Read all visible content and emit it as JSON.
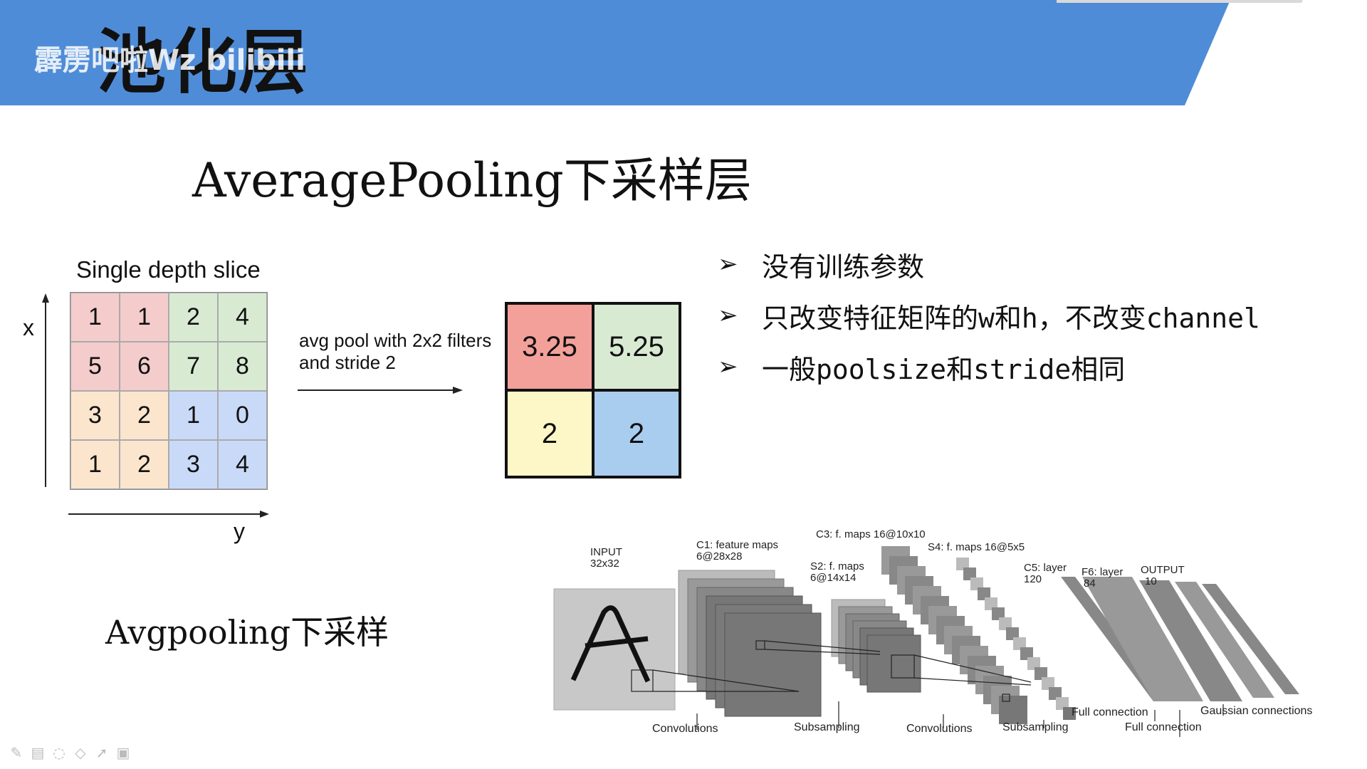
{
  "slide": {
    "title": "池化层",
    "watermark": "霹雳吧啦Wz bilibili",
    "subtitle": "AveragePooling下采样层",
    "bullets": [
      "没有训练参数",
      "只改变特征矩阵的w和h，不改变channel",
      "一般poolsize和stride相同"
    ],
    "bullet_marker": "➢",
    "caption": "Avgpooling下采样"
  },
  "diagram": {
    "slice_label": "Single depth slice",
    "x_label": "x",
    "y_label": "y",
    "operation_line1": "avg pool with 2x2 filters",
    "operation_line2": "and stride 2",
    "input_grid": [
      [
        "1",
        "1",
        "2",
        "4"
      ],
      [
        "5",
        "6",
        "7",
        "8"
      ],
      [
        "3",
        "2",
        "1",
        "0"
      ],
      [
        "1",
        "2",
        "3",
        "4"
      ]
    ],
    "output_grid": [
      [
        "3.25",
        "5.25"
      ],
      [
        "2",
        "2"
      ]
    ],
    "input_colors": [
      "#f4cccc",
      "#d9ead3",
      "#fce5cd",
      "#c9daf8"
    ],
    "output_colors": [
      "#f4a09a",
      "#d9ead3",
      "#fdf7c7",
      "#a9cdef"
    ]
  },
  "lenet": {
    "input": "INPUT",
    "input_size": "32x32",
    "c1": "C1: feature maps",
    "c1_size": "6@28x28",
    "s2": "S2: f. maps",
    "s2_size": "6@14x14",
    "c3": "C3: f. maps 16@10x10",
    "s4": "S4: f. maps 16@5x5",
    "c5": "C5: layer",
    "c5_size": "120",
    "f6": "F6: layer",
    "f6_size": "84",
    "output": "OUTPUT",
    "output_size": "10",
    "convolutions_1": "Convolutions",
    "subsampling_1": "Subsampling",
    "convolutions_2": "Convolutions",
    "subsampling_2": "Subsampling",
    "full_connection_1": "Full connection",
    "full_connection_2": "Full connection",
    "gaussian": "Gaussian connections"
  },
  "toolbar": {
    "tools": [
      "pen-icon",
      "keyboard-icon",
      "eraser-icon",
      "highlighter-icon",
      "pointer-icon",
      "camera-icon"
    ]
  },
  "colors": {
    "header_blue": "#4f8cd8",
    "header_dark": "#2c66b8"
  }
}
